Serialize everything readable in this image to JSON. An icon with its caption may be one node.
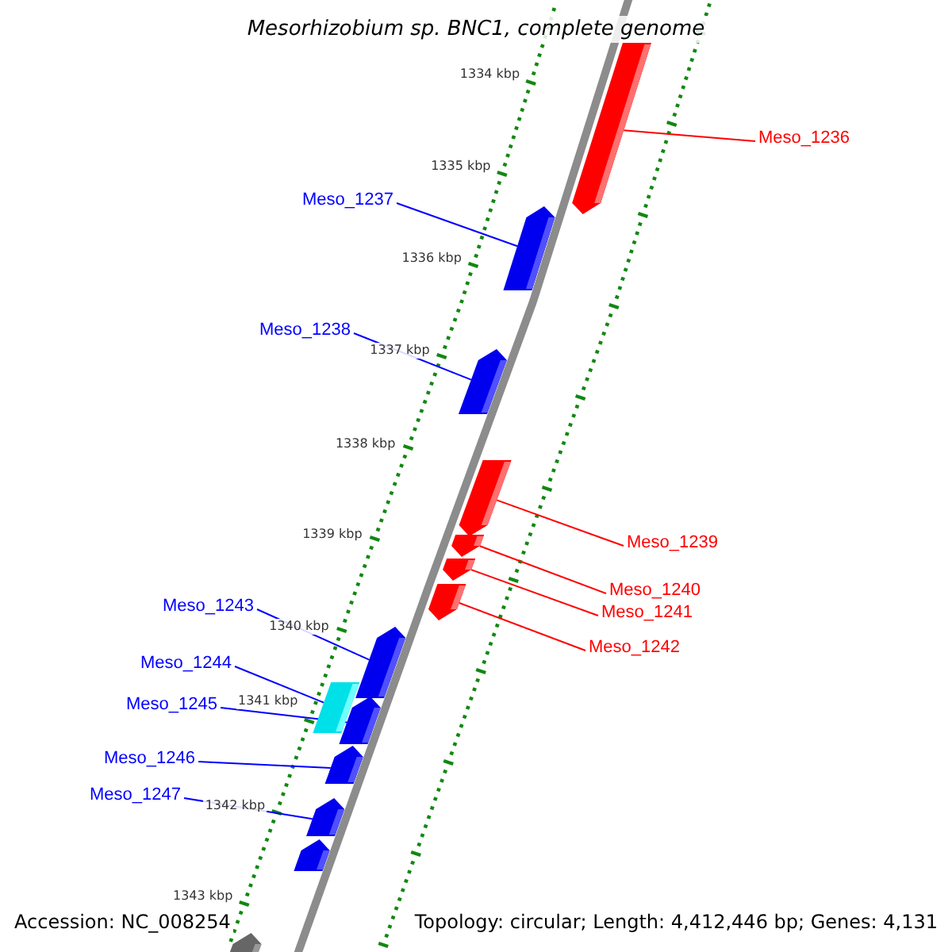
{
  "diagram": {
    "title": "Mesorhizobium sp. BNC1, complete genome",
    "nodes": [
      {
        "text": [
          "Meso_1236"
        ]
      },
      {
        "text": [
          "Meso_1237"
        ]
      },
      {
        "text": [
          "Meso_1238"
        ]
      },
      {
        "text": [
          "Meso_1239"
        ]
      },
      {
        "text": [
          "Meso_1240"
        ]
      },
      {
        "text": [
          "Meso_1241"
        ]
      },
      {
        "text": [
          "Meso_1242"
        ]
      },
      {
        "text": [
          "Meso_1243"
        ]
      },
      {
        "text": [
          "Meso_1244"
        ]
      },
      {
        "text": [
          "Meso_1245"
        ]
      },
      {
        "text": [
          "Meso_1246"
        ]
      },
      {
        "text": [
          "Meso_1247"
        ]
      },
      {
        "text": [],
        "shape": "bar"
      },
      {
        "text": [],
        "shape": "bar"
      },
      {
        "text": [],
        "shape": "bar"
      },
      {
        "text": [],
        "shape": "bar"
      },
      {
        "text": [],
        "shape": "bar"
      },
      {
        "text": [],
        "shape": "bar"
      },
      {
        "text": [],
        "shape": "bar"
      },
      {
        "text": [],
        "shape": "bar"
      },
      {
        "text": [],
        "shape": "bar"
      },
      {
        "text": [],
        "shape": "bar"
      },
      {
        "text": [],
        "shape": "bar"
      },
      {
        "text": [],
        "shape": "bar"
      },
      {
        "text": [],
        "shape": "bar"
      },
      {
        "text": [],
        "shape": "bar"
      }
    ],
    "edges": [
      {
        "from": 0,
        "to": 12,
        "arrow": "none",
        "color": "#ff0000"
      },
      {
        "from": 1,
        "to": 13,
        "arrow": "none"
      },
      {
        "from": 2,
        "to": 14,
        "arrow": "none"
      },
      {
        "from": 3,
        "to": 15,
        "arrow": "none",
        "color": "#ff0000"
      },
      {
        "from": 4,
        "to": 16,
        "arrow": "none",
        "color": "#ff0000"
      },
      {
        "from": 5,
        "to": 17,
        "arrow": "none",
        "color": "#ff0000"
      },
      {
        "from": 6,
        "to": 18,
        "arrow": "none",
        "color": "#ff0000"
      },
      {
        "from": 7,
        "to": 19,
        "arrow": "none"
      },
      {
        "from": 8,
        "to": 20,
        "arrow": "none"
      },
      {
        "from": 9,
        "to": 21,
        "arrow": "none"
      },
      {
        "from": 10,
        "to": 22,
        "arrow": "none"
      },
      {
        "from": 11,
        "to": 23,
        "arrow": "none"
      }
    ],
    "labels": [
      "1334 kbp",
      "1335 kbp",
      "1336 kbp",
      "1337 kbp",
      "1338 kbp",
      "1339 kbp",
      "1340 kbp",
      "1341 kbp",
      "1342 kbp",
      "1343 kbp",
      "Accession: NC_008254",
      "Topology: circular; Length: 4,412,446 bp; Genes: 4,131"
    ]
  }
}
